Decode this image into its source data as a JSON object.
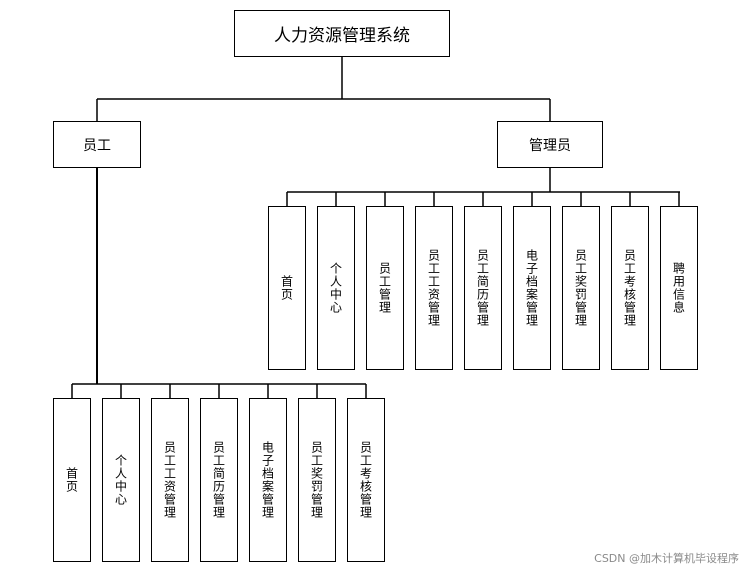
{
  "top_text": "",
  "root": {
    "label": "人力资源管理系统"
  },
  "employee": {
    "label": "员工",
    "children": [
      "首页",
      "个人中心",
      "员工工资管理",
      "员工简历管理",
      "电子档案管理",
      "员工奖罚管理",
      "员工考核管理"
    ]
  },
  "admin": {
    "label": "管理员",
    "children": [
      "首页",
      "个人中心",
      "员工管理",
      "员工工资管理",
      "员工简历管理",
      "电子档案管理",
      "员工奖罚管理",
      "员工考核管理",
      "聘用信息"
    ]
  },
  "watermark": "CSDN @加木计算机毕设程序"
}
